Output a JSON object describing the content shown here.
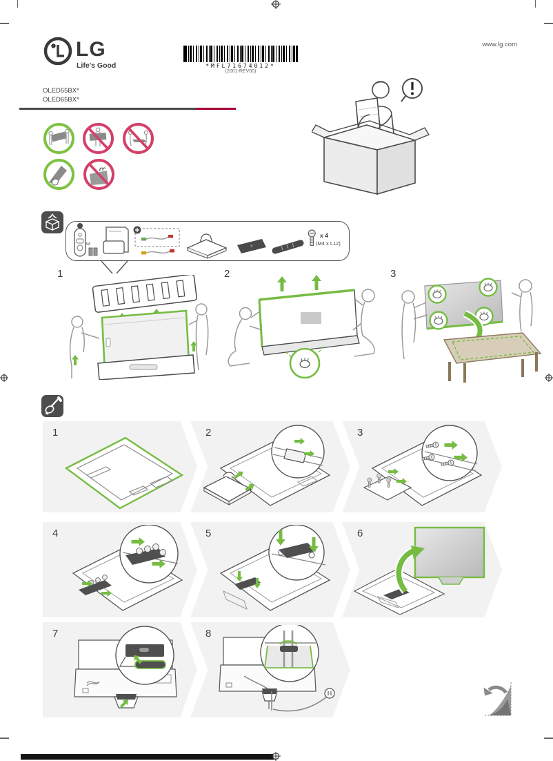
{
  "header": {
    "brand_name": "LG",
    "brand_tagline": "Life's Good",
    "website": "www.lg.com",
    "barcode_text": "*MFL71674012*",
    "barcode_revision": "(2001-REV00)",
    "model_1": "OLED55BX*",
    "model_2": "OLED65BX*"
  },
  "accessories": {
    "battery_label": "AA",
    "screw_count": "x 4",
    "screw_spec": "(M4 x L12)",
    "items": [
      "remote-control",
      "aa-batteries",
      "owner-manuals",
      "av-cables-optional",
      "stand-base",
      "stand-rear-cover",
      "cable-holder",
      "screws"
    ]
  },
  "unpack_steps": [
    {
      "number": "1"
    },
    {
      "number": "2"
    },
    {
      "number": "3"
    }
  ],
  "assembly_steps": [
    {
      "number": "1"
    },
    {
      "number": "2"
    },
    {
      "number": "3"
    },
    {
      "number": "4"
    },
    {
      "number": "5"
    },
    {
      "number": "6"
    },
    {
      "number": "7"
    },
    {
      "number": "8"
    }
  ],
  "colors": {
    "accent_green": "#76bc43",
    "prohibition_pink": "#d34068",
    "brand_crimson": "#a50034",
    "outline_gray": "#4b4b4b",
    "band_gray": "#f2f2f2"
  }
}
